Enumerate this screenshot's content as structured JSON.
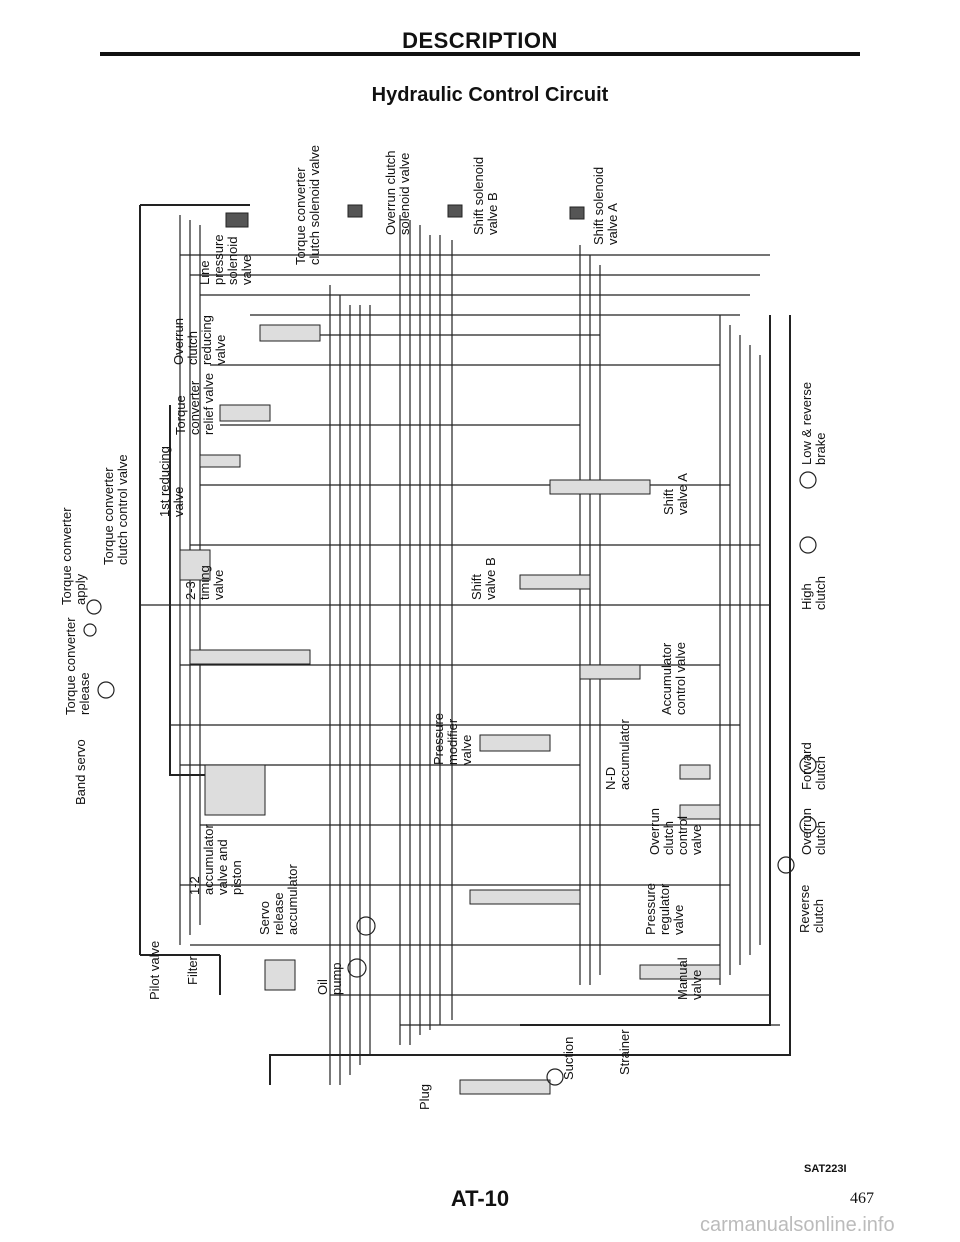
{
  "header": {
    "section_title": "DESCRIPTION",
    "diagram_title": "Hydraulic Control Circuit"
  },
  "labels": {
    "line_pressure_solenoid": "Line\npressure\nsolenoid\nvalve",
    "tc_clutch_solenoid": "Torque converter\nclutch solenoid valve",
    "overrun_clutch_solenoid": "Overrun clutch\nsolenoid valve",
    "shift_solenoid_b": "Shift solenoid\nvalve B",
    "shift_solenoid_a": "Shift solenoid\nvalve A",
    "overrun_clutch_reducing": "Overrun\nclutch\nreducing\nvalve",
    "tc_relief": "Torque\nconverter\nrelief valve",
    "first_reducing": "1st reducing\nvalve",
    "tc_clutch_control": "Torque converter\nclutch control valve",
    "tc_apply": "Torque converter\napply",
    "low_reverse_brake": "Low & reverse\nbrake",
    "shift_valve_a": "Shift\nvalve A",
    "timing_2_3": "2-3\ntiming\nvalve",
    "shift_valve_b": "Shift\nvalve B",
    "high_clutch": "High\nclutch",
    "tc_release": "Torque converter\nrelease",
    "accumulator_control": "Accumulator\ncontrol valve",
    "band_servo": "Band servo",
    "pressure_modifier": "Pressure\nmodifier\nvalve",
    "nd_accumulator": "N-D\naccumulator",
    "forward_clutch": "Forward\nclutch",
    "overrun_clutch": "Overrun\nclutch",
    "overrun_clutch_control": "Overrun\nclutch\ncontrol\nvalve",
    "accumulator_1_2": "1-2\naccumulator\nvalve and\npiston",
    "servo_release_accumulator": "Servo\nrelease\naccumulator",
    "reverse_clutch": "Reverse\nclutch",
    "pressure_regulator": "Pressure\nregulator\nvalve",
    "pilot_valve": "Pilot valve",
    "filter": "Filter",
    "oil_pump": "Oil\npump",
    "manual_valve": "Manual\nvalve",
    "strainer": "Strainer",
    "suction": "Suction",
    "plug": "Plug"
  },
  "footer": {
    "figure_code": "SAT223I",
    "page_label": "AT-10",
    "page_number": "467",
    "watermark": "carmanualsonline.info"
  }
}
